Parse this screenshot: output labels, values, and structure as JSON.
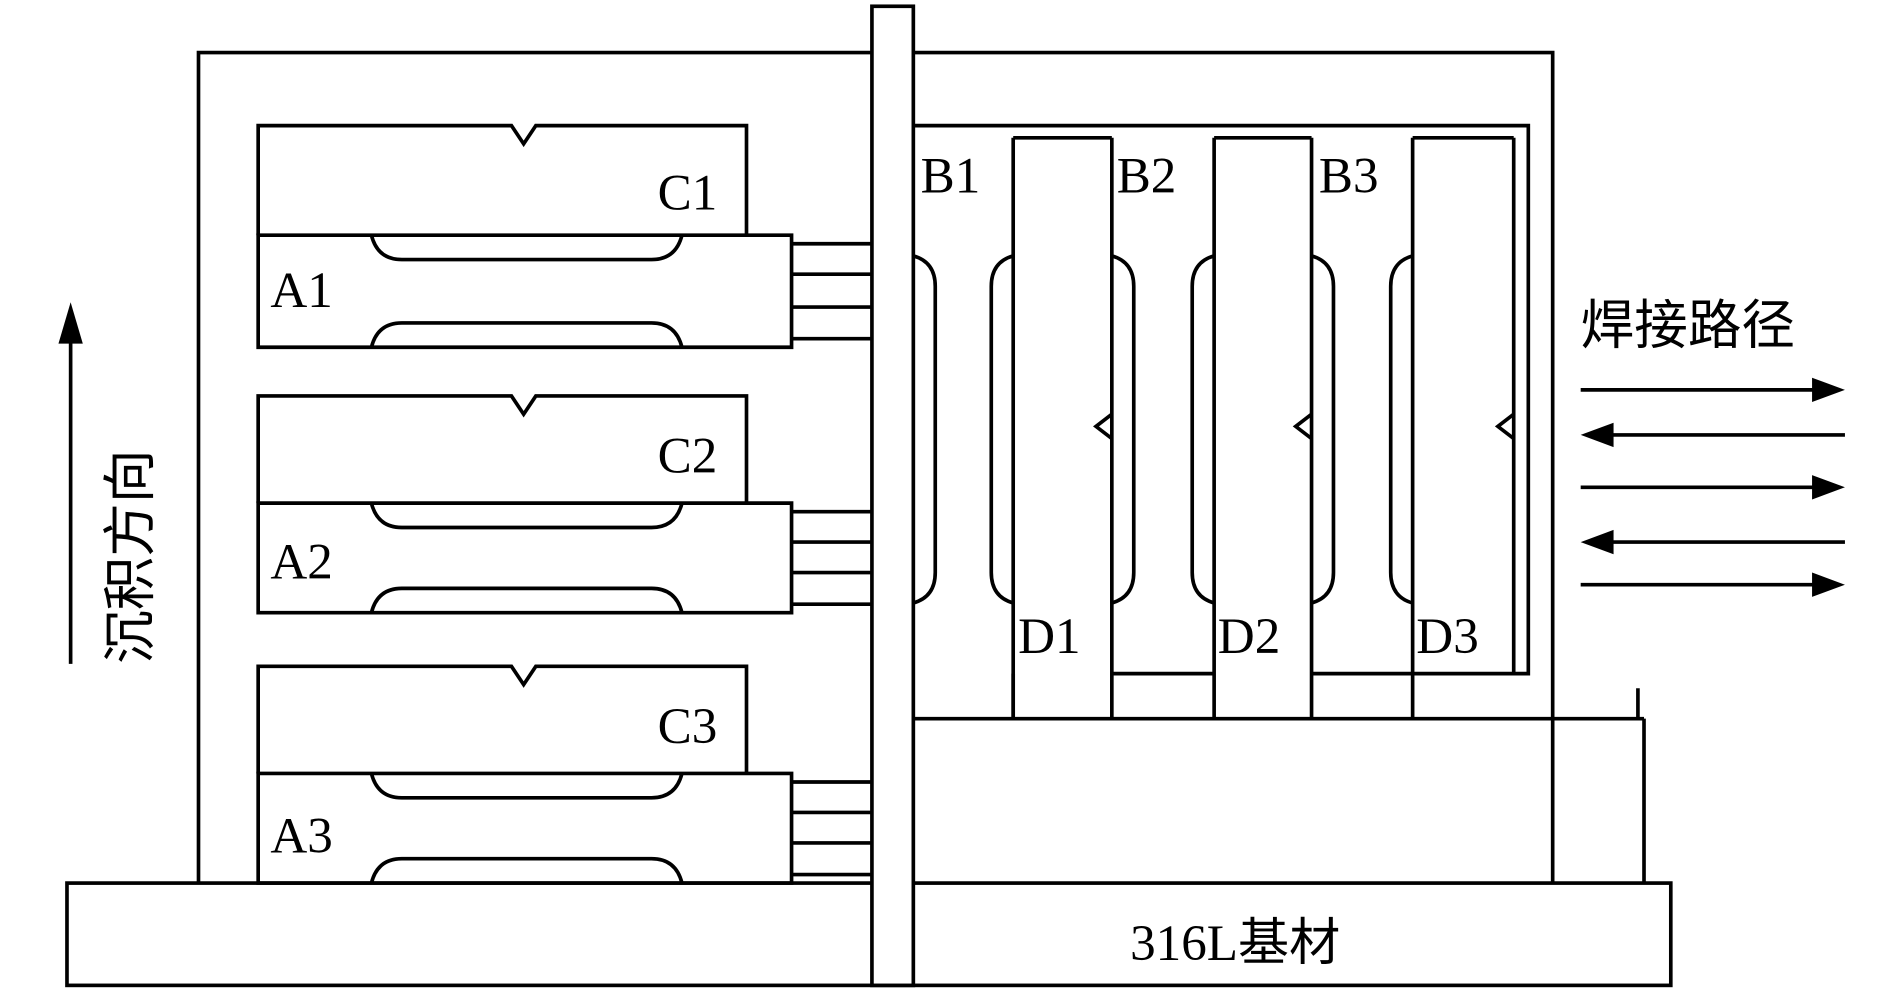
{
  "labels": {
    "C1": "C1",
    "A1": "A1",
    "C2": "C2",
    "A2": "A2",
    "C3": "C3",
    "A3": "A3",
    "B1": "B1",
    "B2": "B2",
    "B3": "B3",
    "D1": "D1",
    "D2": "D2",
    "D3": "D3"
  },
  "deposition_direction": "沉积方向",
  "welding_path": "焊接路径",
  "substrate": "316L基材",
  "colors": {
    "line": "#000000",
    "background": "#ffffff"
  }
}
